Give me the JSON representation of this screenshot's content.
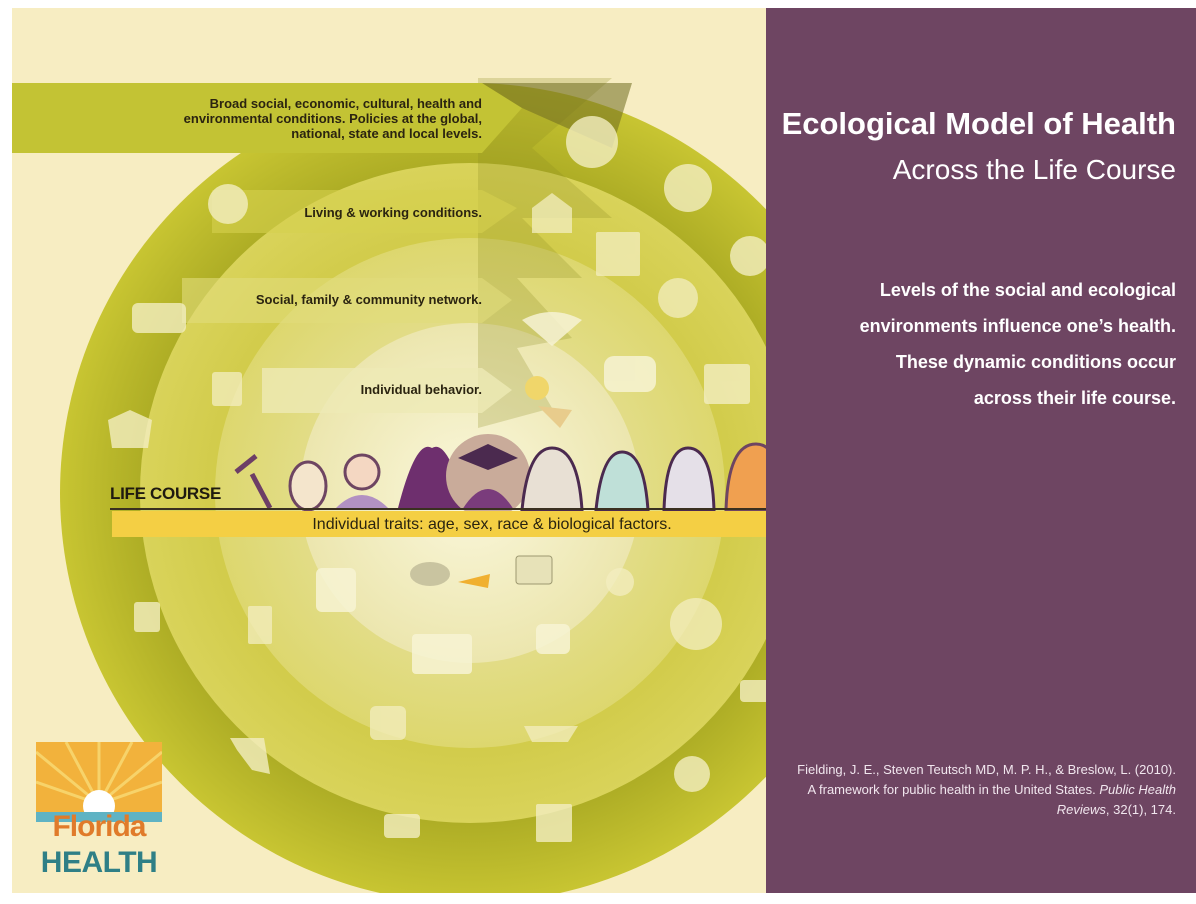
{
  "title": "Ecological Model of Health",
  "subtitle": "Across the Life Course",
  "description": "Levels of the social and ecological environments influence one’s health. These dynamic conditions occur across their life course.",
  "citation": {
    "text": "Fielding, J. E., Steven Teutsch MD, M. P. H., & Breslow, L. (2010). A framework for public health in the United States.",
    "journal": "Public Health Reviews",
    "ref": ", 32(1), 174."
  },
  "levels": [
    {
      "label": "Broad social, economic, cultural, health and environmental conditions. Policies at the global, national, state and local levels."
    },
    {
      "label": "Living & working conditions."
    },
    {
      "label": "Social, family & community network."
    },
    {
      "label": "Individual behavior."
    }
  ],
  "life_course": {
    "label": "LIFE COURSE",
    "traits": "Individual traits: age, sex, race & biological factors.",
    "stages": [
      "dna-icon",
      "baby-icon",
      "girl-icon",
      "teen-icon",
      "graduate-icon",
      "adult-woman-icon",
      "woman-icon",
      "older-woman-icon",
      "elder-icon"
    ]
  },
  "logo": {
    "line1": "Florida",
    "line2": "HEALTH"
  },
  "colors": {
    "panel": "#6e4562",
    "background": "#f7edc2",
    "outer_ring": "#bdbb2c",
    "middle_ring": "#d1cb46",
    "inner_ring": "#e2dd77",
    "core": "#f0ebb8"
  }
}
